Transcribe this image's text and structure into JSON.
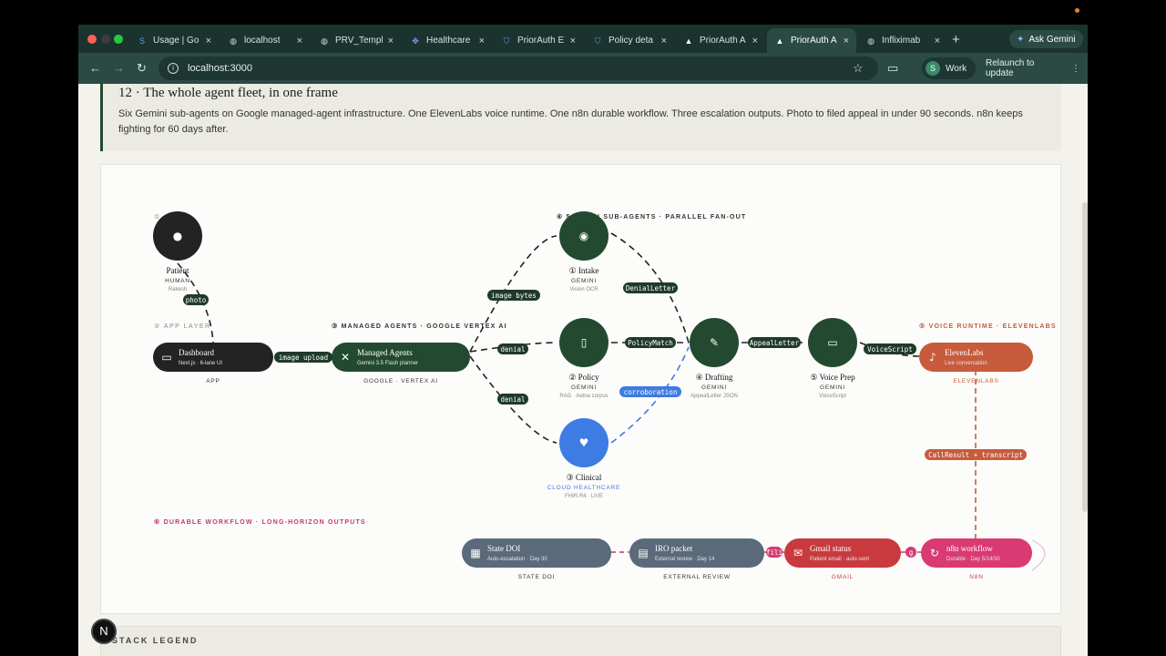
{
  "browser": {
    "tabs": [
      {
        "label": "Usage | Go",
        "icon": "S"
      },
      {
        "label": "localhost",
        "icon": "globe"
      },
      {
        "label": "PRV_Templ",
        "icon": "globe"
      },
      {
        "label": "Healthcare",
        "icon": "puzzle"
      },
      {
        "label": "PriorAuth E",
        "icon": "shield"
      },
      {
        "label": "Policy deta",
        "icon": "shield"
      },
      {
        "label": "PriorAuth A",
        "icon": "triangle"
      },
      {
        "label": "PriorAuth A",
        "icon": "triangle"
      },
      {
        "label": "Infliximab",
        "icon": "globe"
      }
    ],
    "active_tab_index": 7,
    "ask_gemini": "Ask Gemini",
    "url": "localhost:3000",
    "profile_initial": "S",
    "profile_label": "Work",
    "relaunch": "Relaunch to update"
  },
  "section": {
    "title": "12 · The whole agent fleet, in one frame",
    "description": "Six Gemini sub-agents on Google managed-agent infrastructure. One ElevenLabs voice runtime. One n8n durable workflow. Three escalation outputs. Photo to filed appeal in under 90 seconds. n8n keeps fighting for 60 days after."
  },
  "diagram": {
    "layers": {
      "patient": "①",
      "app": "② APP LAYER",
      "managed": "③ MANAGED AGENTS · GOOGLE VERTEX AI",
      "flash": "④ 5 FLASH SUB-AGENTS · PARALLEL FAN-OUT",
      "voice": "⑤ VOICE RUNTIME · ELEVENLABS",
      "durable": "⑥ DURABLE WORKFLOW · LONG-HORIZON OUTPUTS"
    },
    "nodes": {
      "patient": {
        "name": "Patient",
        "kind": "HUMAN",
        "sub": "Rakesh"
      },
      "intake": {
        "name": "① Intake",
        "kind": "GEMINI",
        "sub": "Vision OCR"
      },
      "policy": {
        "name": "② Policy",
        "kind": "GEMINI",
        "sub": "RAG · Aetna corpus"
      },
      "clinical": {
        "name": "③ Clinical",
        "kind": "CLOUD HEALTHCARE",
        "sub": "FHIR R4 · LIVE"
      },
      "drafting": {
        "name": "④ Drafting",
        "kind": "GEMINI",
        "sub": "AppealLetter JSON"
      },
      "voiceprep": {
        "name": "⑤ Voice Prep",
        "kind": "GEMINI",
        "sub": "VoiceScript"
      }
    },
    "pills": {
      "dashboard": {
        "name": "Dashboard",
        "sub": "Next.js · 6-lane UI",
        "tag": "APP"
      },
      "managed": {
        "name": "Managed Agents",
        "sub": "Gemini 3.5 Flash planner",
        "tag": "GOOGLE · VERTEX AI"
      },
      "elevenlabs": {
        "name": "ElevenLabs",
        "sub": "Live conversation",
        "tag": "ELEVENLABS"
      },
      "statedoi": {
        "name": "State DOI",
        "sub": "Auto-escalation · Day 30",
        "tag": "STATE DOI"
      },
      "iro": {
        "name": "IRO packet",
        "sub": "External review · Day 14",
        "tag": "EXTERNAL REVIEW"
      },
      "gmail": {
        "name": "Gmail status",
        "sub": "Patient email · auto-sent",
        "tag": "GMAIL"
      },
      "n8n": {
        "name": "n8n workflow",
        "sub": "Durable · Day 5/14/30",
        "tag": "N8N"
      }
    },
    "edges": {
      "photo": "photo",
      "image_upload": "image upload",
      "image_bytes": "image bytes",
      "denial1": "denial",
      "denial2": "denial",
      "denial_letter": "DenialLetter",
      "policy_match": "PolicyMatch",
      "corroboration": "corroboration",
      "appeal_letter": "AppealLetter",
      "voice_script": "VoiceScript",
      "call_result": "CallResult + transcript",
      "fili": "fili",
      "n8n_to_gmail": "g"
    },
    "colors": {
      "agent_green": "#234a30",
      "dark": "#232323",
      "clinical_blue": "#3e7be3",
      "eleven_orange": "#c75b3c",
      "n8n_pink": "#d93a72",
      "gmail_red": "#c93a3f",
      "slate": "#5a6a7b",
      "corroboration_blue": "#3e7be3"
    }
  },
  "legend": {
    "title": "STACK LEGEND"
  },
  "overlay": {
    "n_badge": "N"
  }
}
